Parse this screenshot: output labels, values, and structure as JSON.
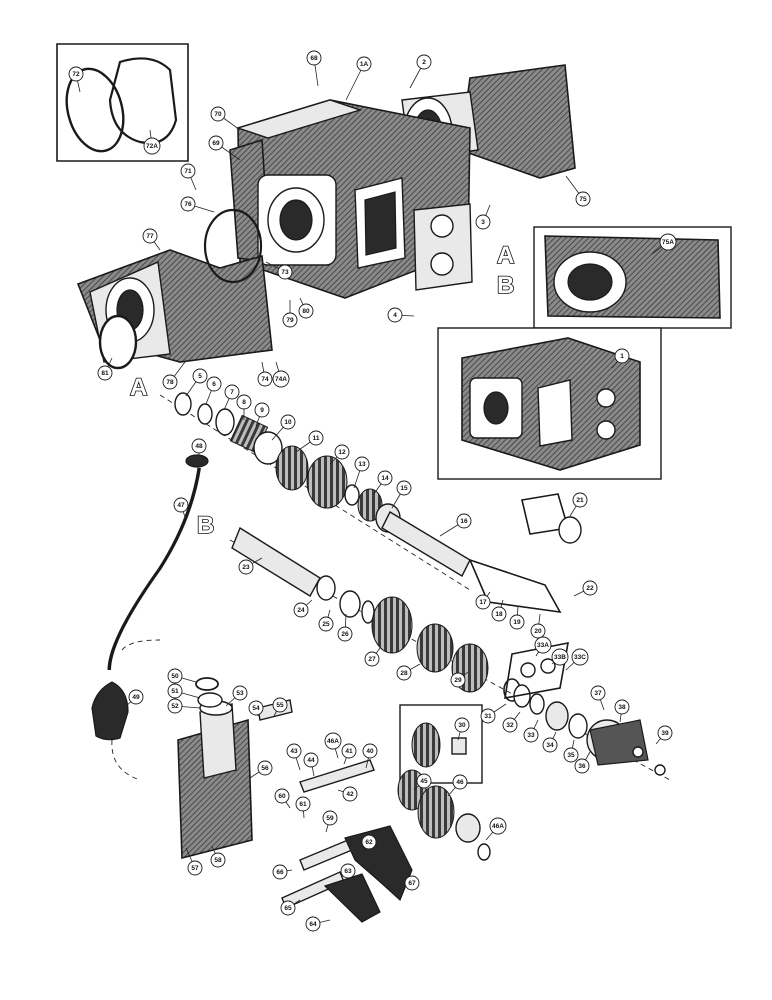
{
  "section_letters": {
    "a_left": "A",
    "a_right": "A",
    "b_right": "B",
    "b_lower": "B"
  },
  "callouts": [
    {
      "id": "c68",
      "label": "68"
    },
    {
      "id": "c1a",
      "label": "1A"
    },
    {
      "id": "c2",
      "label": "2"
    },
    {
      "id": "c70",
      "label": "70"
    },
    {
      "id": "c69",
      "label": "69"
    },
    {
      "id": "c71",
      "label": "71"
    },
    {
      "id": "c76",
      "label": "76"
    },
    {
      "id": "c72",
      "label": "72"
    },
    {
      "id": "c72a",
      "label": "72A"
    },
    {
      "id": "c75",
      "label": "75"
    },
    {
      "id": "c3",
      "label": "3"
    },
    {
      "id": "c77",
      "label": "77"
    },
    {
      "id": "c73",
      "label": "73"
    },
    {
      "id": "c79",
      "label": "79"
    },
    {
      "id": "c80",
      "label": "80"
    },
    {
      "id": "c4",
      "label": "4"
    },
    {
      "id": "c75a",
      "label": "75A"
    },
    {
      "id": "c81",
      "label": "81"
    },
    {
      "id": "c78",
      "label": "78"
    },
    {
      "id": "c74",
      "label": "74"
    },
    {
      "id": "c74a",
      "label": "74A"
    },
    {
      "id": "c1",
      "label": "1"
    },
    {
      "id": "c5",
      "label": "5"
    },
    {
      "id": "c6",
      "label": "6"
    },
    {
      "id": "c7",
      "label": "7"
    },
    {
      "id": "c8",
      "label": "8"
    },
    {
      "id": "c9",
      "label": "9"
    },
    {
      "id": "c10",
      "label": "10"
    },
    {
      "id": "c11",
      "label": "11"
    },
    {
      "id": "c12",
      "label": "12"
    },
    {
      "id": "c13",
      "label": "13"
    },
    {
      "id": "c14",
      "label": "14"
    },
    {
      "id": "c15",
      "label": "15"
    },
    {
      "id": "c16",
      "label": "16"
    },
    {
      "id": "c48",
      "label": "48"
    },
    {
      "id": "c47",
      "label": "47"
    },
    {
      "id": "c21",
      "label": "21"
    },
    {
      "id": "c22",
      "label": "22"
    },
    {
      "id": "c23",
      "label": "23"
    },
    {
      "id": "c17",
      "label": "17"
    },
    {
      "id": "c18",
      "label": "18"
    },
    {
      "id": "c19",
      "label": "19"
    },
    {
      "id": "c20",
      "label": "20"
    },
    {
      "id": "c24",
      "label": "24"
    },
    {
      "id": "c25",
      "label": "25"
    },
    {
      "id": "c26",
      "label": "26"
    },
    {
      "id": "c27",
      "label": "27"
    },
    {
      "id": "c28",
      "label": "28"
    },
    {
      "id": "c29",
      "label": "29"
    },
    {
      "id": "c33a",
      "label": "33A"
    },
    {
      "id": "c33b",
      "label": "33B"
    },
    {
      "id": "c33c",
      "label": "33C"
    },
    {
      "id": "c49",
      "label": "49"
    },
    {
      "id": "c50",
      "label": "50"
    },
    {
      "id": "c51",
      "label": "51"
    },
    {
      "id": "c52",
      "label": "52"
    },
    {
      "id": "c53",
      "label": "53"
    },
    {
      "id": "c54",
      "label": "54"
    },
    {
      "id": "c55",
      "label": "55"
    },
    {
      "id": "c30",
      "label": "30"
    },
    {
      "id": "c31",
      "label": "31"
    },
    {
      "id": "c32",
      "label": "32"
    },
    {
      "id": "c33",
      "label": "33"
    },
    {
      "id": "c34",
      "label": "34"
    },
    {
      "id": "c35",
      "label": "35"
    },
    {
      "id": "c36",
      "label": "36"
    },
    {
      "id": "c37",
      "label": "37"
    },
    {
      "id": "c38",
      "label": "38"
    },
    {
      "id": "c39",
      "label": "39"
    },
    {
      "id": "c46a_top",
      "label": "46A"
    },
    {
      "id": "c41",
      "label": "41"
    },
    {
      "id": "c43",
      "label": "43"
    },
    {
      "id": "c44",
      "label": "44"
    },
    {
      "id": "c40",
      "label": "40"
    },
    {
      "id": "c42",
      "label": "42"
    },
    {
      "id": "c45",
      "label": "45"
    },
    {
      "id": "c46",
      "label": "46"
    },
    {
      "id": "c46a_bottom",
      "label": "46A"
    },
    {
      "id": "c56",
      "label": "56"
    },
    {
      "id": "c60",
      "label": "60"
    },
    {
      "id": "c61",
      "label": "61"
    },
    {
      "id": "c59",
      "label": "59"
    },
    {
      "id": "c62",
      "label": "62"
    },
    {
      "id": "c57",
      "label": "57"
    },
    {
      "id": "c58",
      "label": "58"
    },
    {
      "id": "c66",
      "label": "66"
    },
    {
      "id": "c63",
      "label": "63"
    },
    {
      "id": "c67",
      "label": "67"
    },
    {
      "id": "c65",
      "label": "65"
    },
    {
      "id": "c64",
      "label": "64"
    }
  ]
}
